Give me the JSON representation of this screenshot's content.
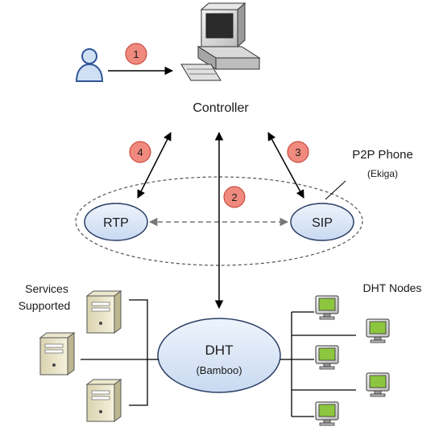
{
  "labels": {
    "controller": "Controller",
    "p2p_phone": "P2P Phone",
    "ekiga": "(Ekiga)",
    "rtp": "RTP",
    "sip": "SIP",
    "dht": "DHT",
    "bamboo": "(Bamboo)",
    "services_line1": "Services",
    "services_line2": "Supported",
    "dht_nodes": "DHT Nodes"
  },
  "steps": [
    {
      "number": "1"
    },
    {
      "number": "2"
    },
    {
      "number": "3"
    },
    {
      "number": "4"
    }
  ],
  "icons": {
    "user": "user-icon",
    "controller_computer": "desktop-computer-icon",
    "server": "server-tower-icon",
    "node": "monitor-icon"
  },
  "colors": {
    "step_badge_fill": "#f08a7e",
    "step_badge_stroke": "#c0392b",
    "bubble_fill": "#dde8f7",
    "bubble_stroke": "#2b3f66",
    "user_fill": "#cfe0f5",
    "user_stroke": "#2f5597",
    "monitor_screen": "#8cc63f",
    "line": "#000000",
    "dashed_arrow": "#777777"
  }
}
